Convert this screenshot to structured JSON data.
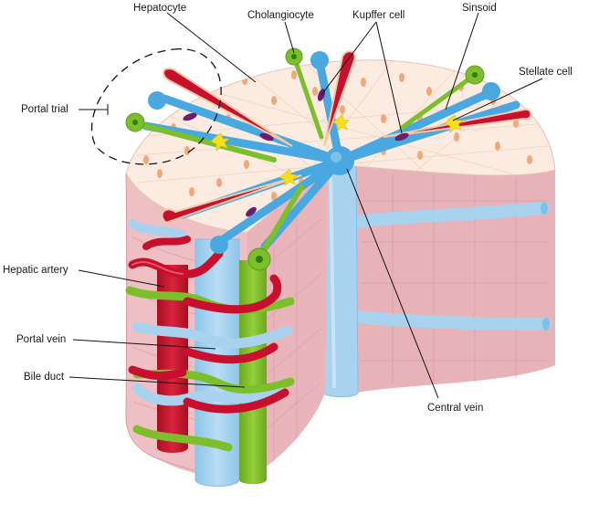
{
  "labels": {
    "hepatocyte": "Hepatocyte",
    "cholangiocyte": "Cholangiocyte",
    "kupffer_cell": "Kupffer cell",
    "sinusoid": "Sinsoid",
    "stellate_cell": "Stellate cell",
    "portal_triad": "Portal trial",
    "hepatic_artery": "Hepatic artery",
    "portal_vein": "Portal vein",
    "bile_duct": "Bile duct",
    "central_vein": "Central vein"
  },
  "colors": {
    "portal_vein": "#4aa8e0",
    "portal_vein_light": "#a9d2ef",
    "hepatic_artery": "#c8102e",
    "bile_duct": "#7cbf2a",
    "kupffer_cell": "#6b1d6f",
    "stellate_cell": "#f5e01a",
    "tissue_top": "#fbe9df",
    "tissue_side": "#eab6bc",
    "tissue_front": "#f0c4c6",
    "hepatocyte_nucleus": "#f0a878"
  }
}
